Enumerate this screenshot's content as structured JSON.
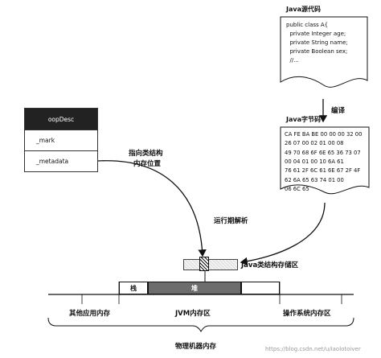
{
  "source": {
    "title": "Java源代码",
    "lines": [
      "public class A{",
      "  private Integer age;",
      "  private String name;",
      "  private Boolean sex;",
      "",
      "  //..."
    ]
  },
  "compile_label": "编译",
  "bytecode": {
    "title": "Java字节码",
    "lines": [
      "CA FE BA BE 00 00 00 32  00",
      "26 07 00 02 01 00 08",
      "49 70 68 6F 6E 65 36 73 07",
      "00 04 01 00 10 6A 61",
      "76 61 2F 6C 61 6E 67 2F  4F",
      "62 6A 65 63 74 01 00",
      "06 6C 65"
    ]
  },
  "oopdesc": {
    "header": "oopDesc",
    "rows": [
      "_mark",
      "_metadata"
    ]
  },
  "pointer_label": [
    "指向类结构",
    "内存位置"
  ],
  "runtime_label": "运行期解析",
  "class_area_label": "Java类结构存储区",
  "stack_label": "栈",
  "heap_label": "堆",
  "bottom": {
    "other_apps": "其他应用内存",
    "jvm": "JVM内存区",
    "os": "操作系统内存区",
    "physical": "物理机器内存"
  },
  "watermark": "https://blog.csdn.net/u/iaolotoiver"
}
